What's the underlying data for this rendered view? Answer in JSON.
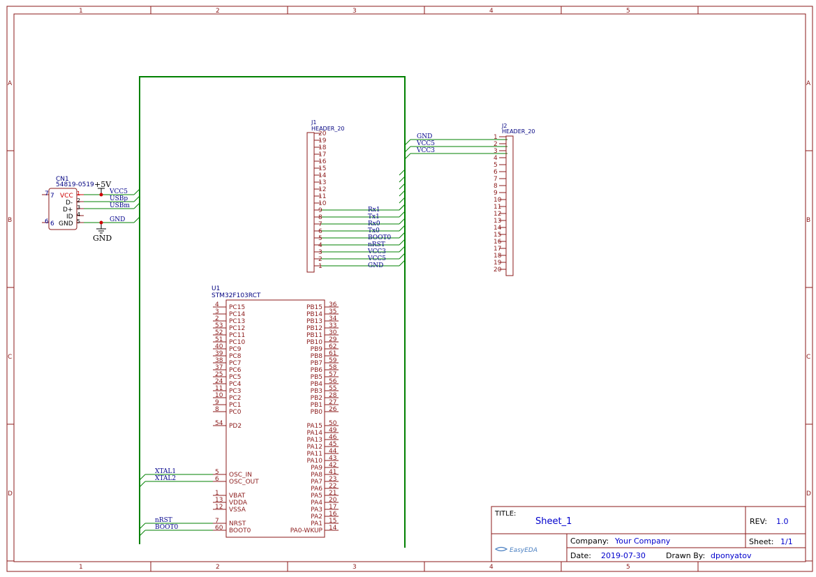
{
  "colors": {
    "frame": "#8b1a1a",
    "wire": "#008000",
    "netlabel": "#00008b",
    "pin_red": "#cc0000",
    "component": "#8b1a1a",
    "ref": "#000080",
    "title_blue": "#0000cc"
  },
  "frame": {
    "columns": [
      "1",
      "2",
      "3",
      "4",
      "5"
    ],
    "rows": [
      "A",
      "B",
      "C",
      "D"
    ]
  },
  "cn1": {
    "ref": "CN1",
    "value": "54819-0519",
    "pins_left": [
      {
        "num": "7",
        "name": "VCC"
      },
      {
        "num": "6",
        "name": "GND"
      }
    ],
    "pins_right": [
      {
        "num": "1",
        "name": "VCC"
      },
      {
        "num": "2",
        "name": "D-"
      },
      {
        "num": "3",
        "name": "D+"
      },
      {
        "num": "4",
        "name": "ID"
      },
      {
        "num": "5",
        "name": "GND"
      }
    ],
    "nets": [
      "VCC5",
      "USBp",
      "USBm",
      "GND"
    ]
  },
  "power": {
    "plus5": "+5V",
    "gnd": "GND"
  },
  "j1": {
    "ref": "J1",
    "value": "HEADER_20",
    "pins": [
      "20",
      "19",
      "18",
      "17",
      "16",
      "15",
      "14",
      "13",
      "12",
      "11",
      "10",
      "9",
      "8",
      "7",
      "6",
      "5",
      "4",
      "3",
      "2",
      "1"
    ],
    "nets": [
      "Rx1",
      "Tx1",
      "Rx0",
      "Tx0",
      "BOOT0",
      "nRST",
      "VCC3",
      "VCC5",
      "GND"
    ]
  },
  "j2": {
    "ref": "J2",
    "value": "HEADER_20",
    "pins": [
      "1",
      "2",
      "3",
      "4",
      "5",
      "6",
      "7",
      "8",
      "9",
      "10",
      "11",
      "12",
      "13",
      "14",
      "15",
      "16",
      "17",
      "18",
      "19",
      "20"
    ],
    "nets": [
      "GND",
      "VCC5",
      "VCC3"
    ]
  },
  "u1": {
    "ref": "U1",
    "value": "STM32F103RCT",
    "left_pins": [
      {
        "num": "4",
        "name": "PC15"
      },
      {
        "num": "3",
        "name": "PC14"
      },
      {
        "num": "2",
        "name": "PC13"
      },
      {
        "num": "53",
        "name": "PC12"
      },
      {
        "num": "52",
        "name": "PC11"
      },
      {
        "num": "51",
        "name": "PC10"
      },
      {
        "num": "40",
        "name": "PC9"
      },
      {
        "num": "39",
        "name": "PC8"
      },
      {
        "num": "38",
        "name": "PC7"
      },
      {
        "num": "37",
        "name": "PC6"
      },
      {
        "num": "25",
        "name": "PC5"
      },
      {
        "num": "24",
        "name": "PC4"
      },
      {
        "num": "11",
        "name": "PC3"
      },
      {
        "num": "10",
        "name": "PC2"
      },
      {
        "num": "9",
        "name": "PC1"
      },
      {
        "num": "8",
        "name": "PC0"
      },
      {
        "num": "54",
        "name": "PD2"
      },
      {
        "num": "5",
        "name": "OSC_IN"
      },
      {
        "num": "6",
        "name": "OSC_OUT"
      },
      {
        "num": "1",
        "name": "VBAT"
      },
      {
        "num": "13",
        "name": "VDDA"
      },
      {
        "num": "12",
        "name": "VSSA"
      },
      {
        "num": "7",
        "name": "NRST"
      },
      {
        "num": "60",
        "name": "BOOT0"
      }
    ],
    "right_pins": [
      {
        "num": "36",
        "name": "PB15"
      },
      {
        "num": "35",
        "name": "PB14"
      },
      {
        "num": "34",
        "name": "PB13"
      },
      {
        "num": "33",
        "name": "PB12"
      },
      {
        "num": "30",
        "name": "PB11"
      },
      {
        "num": "29",
        "name": "PB10"
      },
      {
        "num": "62",
        "name": "PB9"
      },
      {
        "num": "61",
        "name": "PB8"
      },
      {
        "num": "59",
        "name": "PB7"
      },
      {
        "num": "58",
        "name": "PB6"
      },
      {
        "num": "57",
        "name": "PB5"
      },
      {
        "num": "56",
        "name": "PB4"
      },
      {
        "num": "55",
        "name": "PB3"
      },
      {
        "num": "28",
        "name": "PB2"
      },
      {
        "num": "27",
        "name": "PB1"
      },
      {
        "num": "26",
        "name": "PB0"
      },
      {
        "num": "50",
        "name": "PA15"
      },
      {
        "num": "49",
        "name": "PA14"
      },
      {
        "num": "46",
        "name": "PA13"
      },
      {
        "num": "45",
        "name": "PA12"
      },
      {
        "num": "44",
        "name": "PA11"
      },
      {
        "num": "43",
        "name": "PA10"
      },
      {
        "num": "42",
        "name": "PA9"
      },
      {
        "num": "41",
        "name": "PA8"
      },
      {
        "num": "23",
        "name": "PA7"
      },
      {
        "num": "22",
        "name": "PA6"
      },
      {
        "num": "21",
        "name": "PA5"
      },
      {
        "num": "20",
        "name": "PA4"
      },
      {
        "num": "17",
        "name": "PA3"
      },
      {
        "num": "16",
        "name": "PA2"
      },
      {
        "num": "15",
        "name": "PA1"
      },
      {
        "num": "14",
        "name": "PA0-WKUP"
      }
    ],
    "nets": [
      "XTAL1",
      "XTAL2",
      "nRST",
      "BOOT0"
    ]
  },
  "titleblock": {
    "title_label": "TITLE:",
    "title": "Sheet_1",
    "rev_label": "REV:",
    "rev": "1.0",
    "company_label": "Company:",
    "company": "Your Company",
    "sheet_label": "Sheet:",
    "sheet": "1/1",
    "date_label": "Date:",
    "date": "2019-07-30",
    "drawn_label": "Drawn By:",
    "drawn": "dponyatov",
    "logo_text": "EasyEDA"
  }
}
